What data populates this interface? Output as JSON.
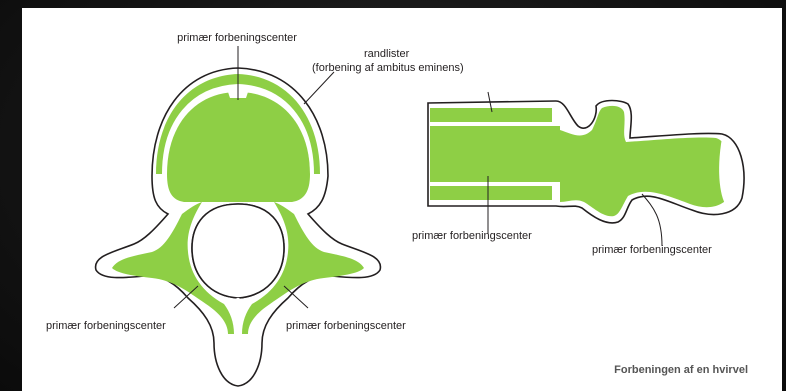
{
  "labels": {
    "top_primary": "primær forbeningscenter",
    "randlister_line1": "randlister",
    "randlister_line2": "(forbening af ambitus eminens)",
    "bottom_left_primary": "primær forbeningscenter",
    "bottom_center_primary": "primær forbeningscenter",
    "side_body_primary": "primær forbeningscenter",
    "side_arch_primary": "primær forbeningscenter"
  },
  "caption": "Forbeningen af en hvirvel",
  "colors": {
    "bone_fill": "#ffffff",
    "ossification_green": "#8ecf45",
    "outline": "#231f20",
    "background": "#111111"
  }
}
